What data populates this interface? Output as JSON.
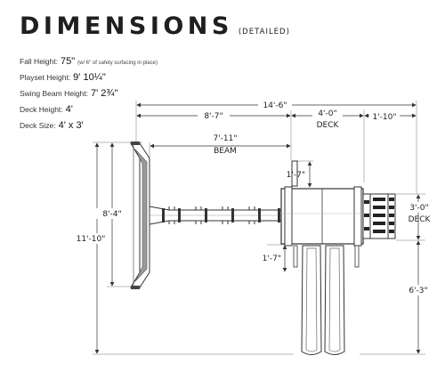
{
  "title": "DIMENSIONS",
  "subtitle": "(DETAILED)",
  "specs": [
    {
      "label": "Fall Height:",
      "value": "75\"",
      "note": "(w/ 6\" of safety surfacing in place)"
    },
    {
      "label": "Playset Height:",
      "value": "9' 10¼\""
    },
    {
      "label": "Swing Beam Height:",
      "value": "7' 2¾\""
    },
    {
      "label": "Deck Height:",
      "value": "4'"
    },
    {
      "label": "Deck Size:",
      "value": "4' x 3'"
    }
  ],
  "dimensions": {
    "overall_width": "14'-6\"",
    "overall_depth": "11'-10\"",
    "swing_width": "8'-4\"",
    "swing_to_deck": "8'-7\"",
    "beam_length": "7'-11\"",
    "beam_label": "BEAM",
    "deck_width": "4'-0\"",
    "deck_width_label": "DECK",
    "climber_width": "1'-10\"",
    "deck_depth": "3'-0\"",
    "deck_depth_label": "DECK",
    "upper_offset": "1'-7\"",
    "lower_offset": "1'-7\"",
    "slide_length": "6'-3\""
  }
}
